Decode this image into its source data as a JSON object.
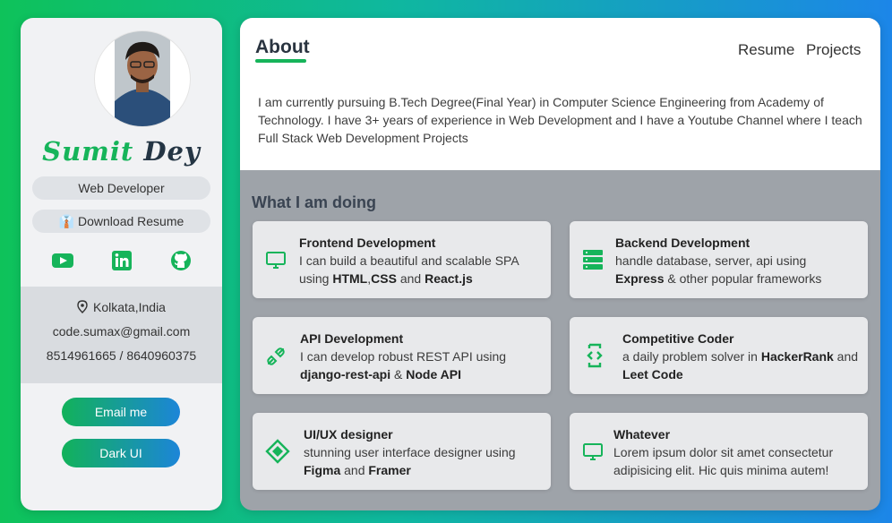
{
  "profile": {
    "first_name": "Sumit",
    "last_name": "Dey",
    "role": "Web Developer",
    "download_resume": "👔 Download Resume",
    "socials": [
      "youtube-icon",
      "linkedin-icon",
      "github-icon"
    ],
    "location": "Kolkata,India",
    "email": "code.sumax@gmail.com",
    "phone": "8514961665 / 8640960375",
    "email_button": "Email me",
    "theme_button": "Dark UI"
  },
  "header": {
    "title": "About",
    "nav": [
      "Resume",
      "Projects"
    ]
  },
  "about": {
    "text": "I am currently pursuing B.Tech Degree(Final Year) in Computer Science Engineering from Academy of Technology. I have 3+ years of experience in Web Development and I have a Youtube Channel where I teach Full Stack Web Development Projects"
  },
  "services": {
    "title": "What I am doing",
    "items": [
      {
        "icon": "monitor-icon",
        "title": "Frontend Development",
        "desc": [
          {
            "text": "I can build a beautiful and scalable SPA using ",
            "bold": false
          },
          {
            "text": "HTML",
            "bold": true
          },
          {
            "text": ",",
            "bold": false
          },
          {
            "text": "CSS",
            "bold": true
          },
          {
            "text": " and ",
            "bold": false
          },
          {
            "text": "React.js",
            "bold": true
          }
        ]
      },
      {
        "icon": "server-icon",
        "title": "Backend Development",
        "desc": [
          {
            "text": "handle database, server, api using ",
            "bold": false
          },
          {
            "text": "Express",
            "bold": true
          },
          {
            "text": " & other popular frameworks",
            "bold": false
          }
        ]
      },
      {
        "icon": "api-link-icon",
        "title": "API Development",
        "desc": [
          {
            "text": "I can develop robust REST API using ",
            "bold": false
          },
          {
            "text": "django-rest-api",
            "bold": true
          },
          {
            "text": " & ",
            "bold": false
          },
          {
            "text": "Node API",
            "bold": true
          }
        ]
      },
      {
        "icon": "code-brackets-icon",
        "title": "Competitive Coder",
        "desc": [
          {
            "text": "a daily problem solver in ",
            "bold": false
          },
          {
            "text": "HackerRank",
            "bold": true
          },
          {
            "text": " and ",
            "bold": false
          },
          {
            "text": "Leet Code",
            "bold": true
          }
        ]
      },
      {
        "icon": "design-diamond-icon",
        "title": "UI/UX designer",
        "desc": [
          {
            "text": "stunning user interface designer using ",
            "bold": false
          },
          {
            "text": "Figma",
            "bold": true
          },
          {
            "text": " and ",
            "bold": false
          },
          {
            "text": "Framer",
            "bold": true
          }
        ]
      },
      {
        "icon": "monitor-icon",
        "title": "Whatever",
        "desc": [
          {
            "text": "Lorem ipsum dolor sit amet consectetur adipisicing elit. Hic quis minima autem!",
            "bold": false
          }
        ]
      }
    ]
  },
  "colors": {
    "accent_green": "#16b45a",
    "accent_blue": "#1c85d8",
    "dark_text": "#243544"
  }
}
